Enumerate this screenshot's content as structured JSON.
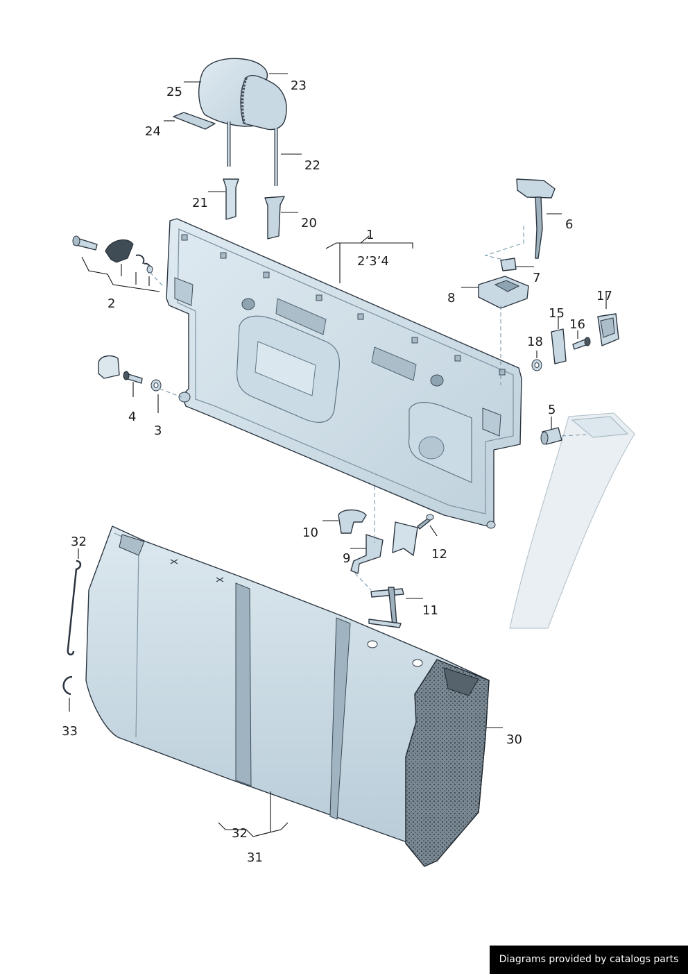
{
  "callouts": {
    "c1": "1",
    "c2": "2",
    "c3": "3",
    "c4": "4",
    "c5": "5",
    "c6": "6",
    "c7": "7",
    "c8": "8",
    "c9": "9",
    "c10": "10",
    "c11": "11",
    "c12": "12",
    "c15": "15",
    "c16": "16",
    "c17": "17",
    "c18": "18",
    "c20": "20",
    "c21": "21",
    "c22": "22",
    "c23": "23",
    "c24": "24",
    "c25": "25",
    "c30": "30",
    "c31": "31",
    "c32a": "32",
    "c32b": "32",
    "c33": "33",
    "c1_sub": "2’3’4"
  },
  "credit": "Diagrams provided by catalogs parts",
  "colors": {
    "part_fill": "#d9e6ee",
    "part_fill_dark": "#b9ccd8",
    "part_edge": "#2b3540",
    "foam_fill": "#6e7c86",
    "leader": "#111111",
    "credit_bg": "#000000",
    "credit_text": "#ffffff"
  },
  "icons": [
    "headrest",
    "backrest-panel",
    "seat-cushion",
    "bracket",
    "screw",
    "clip"
  ]
}
